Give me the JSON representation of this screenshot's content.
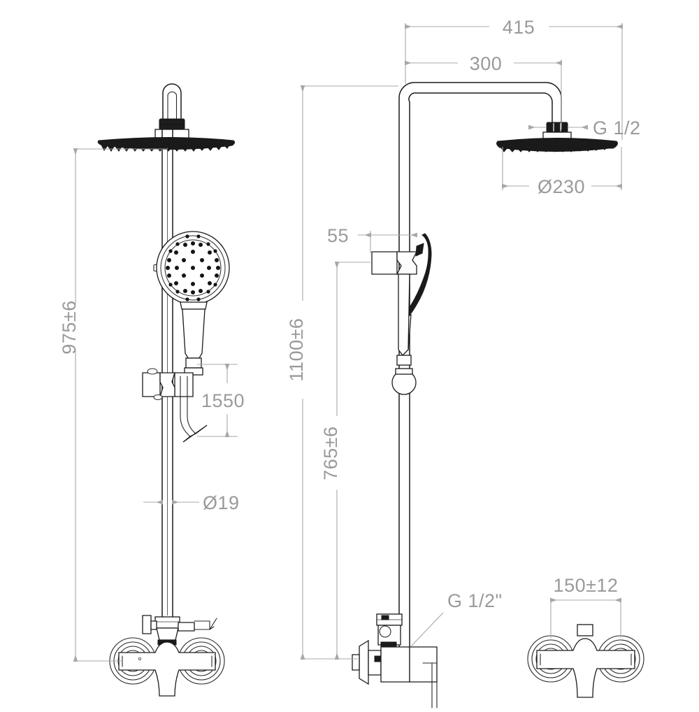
{
  "drawing": {
    "title": "Shower column technical drawing",
    "background_color": "#ffffff",
    "dimension_color": "#9a9a9a",
    "outline_color": "#1a1a1a",
    "views": [
      {
        "id": "left-view",
        "name": "front-elevation-with-bath-mixer"
      },
      {
        "id": "middle-view",
        "name": "side-elevation-with-shower-mixer"
      },
      {
        "id": "right-view",
        "name": "shower-mixer-front-detail"
      }
    ]
  },
  "dimensions": {
    "overall_height_left": "975±6",
    "hose_length": "1550",
    "rail_diameter": "Ø19",
    "arm_total_reach": "415",
    "arm_offset": "300",
    "head_connection_thread": "G 1/2",
    "head_diameter": "Ø230",
    "holder_offset": "55",
    "overall_height_middle": "1100±6",
    "holder_height": "765±6",
    "inlet_thread": "G 1/2\"",
    "inlet_centers": "150±12"
  }
}
